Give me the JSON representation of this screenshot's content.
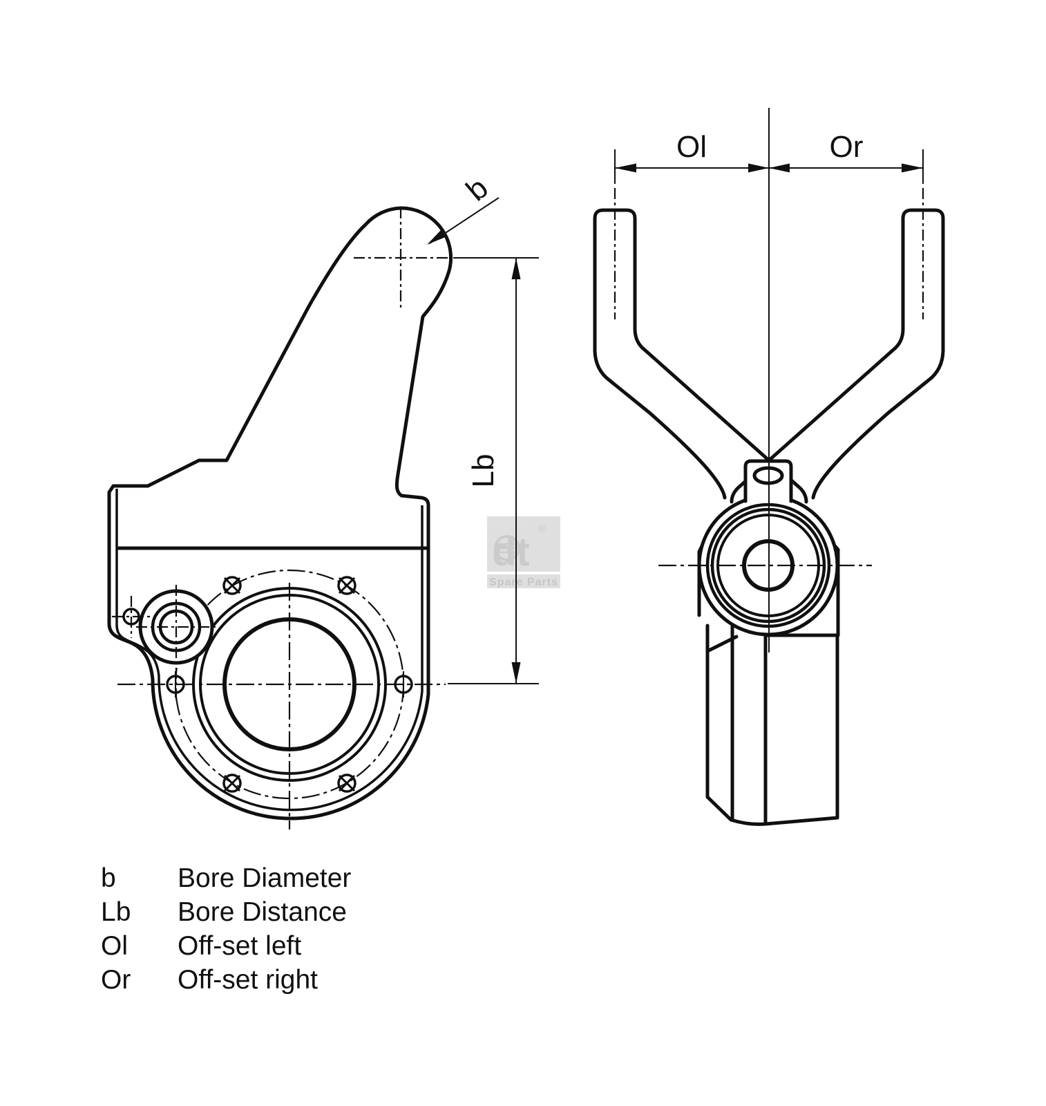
{
  "drawing": {
    "title": "slack-adjuster-technical-drawing",
    "dimension_labels": {
      "bore_diameter": "b",
      "bore_distance": "Lb",
      "offset_left": "Ol",
      "offset_right": "Or"
    },
    "legend": [
      {
        "symbol": "b",
        "description": "Bore Diameter"
      },
      {
        "symbol": "Lb",
        "description": "Bore Distance"
      },
      {
        "symbol": "Ol",
        "description": "Off-set left"
      },
      {
        "symbol": "Or",
        "description": "Off-set right"
      }
    ],
    "watermark": {
      "brand": "dt",
      "registered": "®",
      "tagline": "Spare Parts"
    },
    "colors": {
      "line": "#101010",
      "background": "#ffffff",
      "watermark_box": "#dedede",
      "watermark_glyph": "#c9c9c9"
    }
  }
}
